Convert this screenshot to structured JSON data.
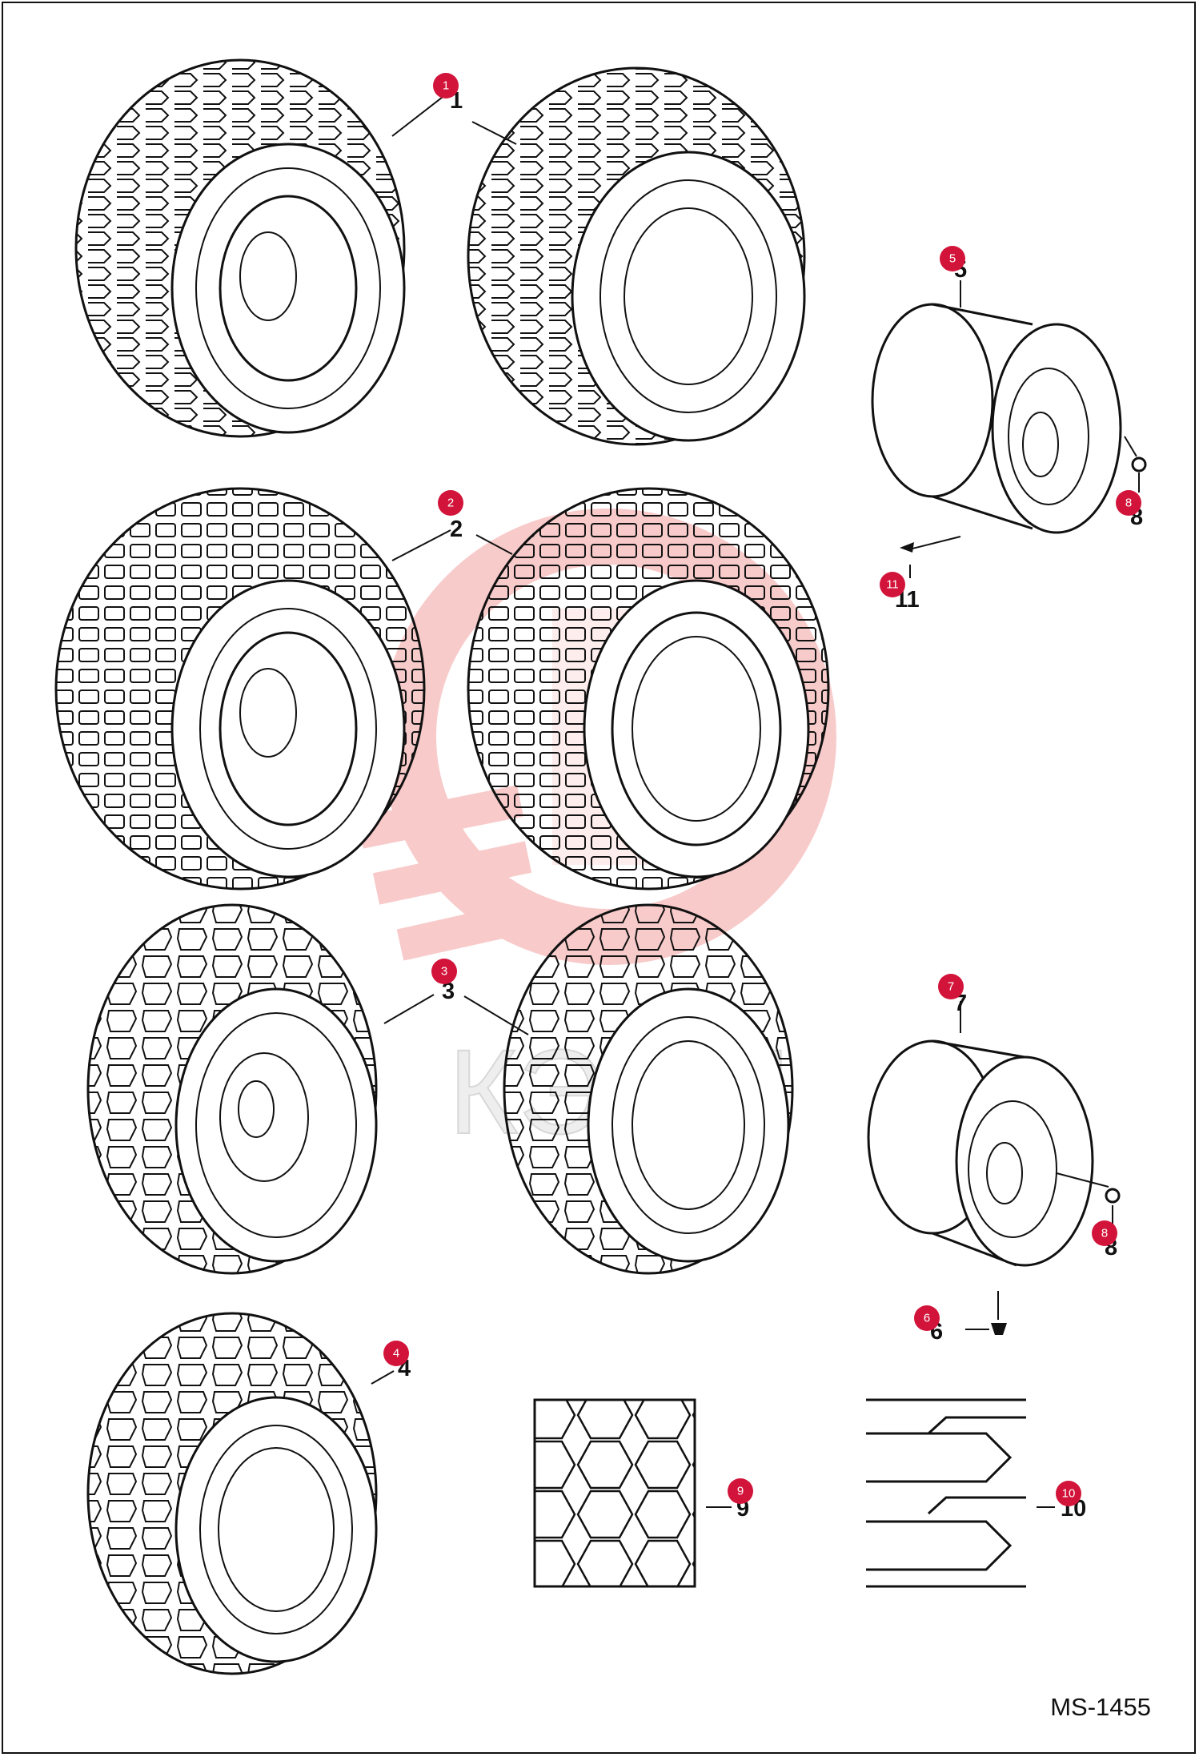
{
  "diagram": {
    "code": "MS-1455",
    "callouts": [
      {
        "label": "1"
      },
      {
        "label": "2"
      },
      {
        "label": "3"
      },
      {
        "label": "4"
      },
      {
        "label": "5"
      },
      {
        "label": "6"
      },
      {
        "label": "7"
      },
      {
        "label": "8"
      },
      {
        "label": "8"
      },
      {
        "label": "9"
      },
      {
        "label": "10"
      },
      {
        "label": "11"
      }
    ],
    "part_labels": [
      {
        "label": "1"
      },
      {
        "label": "2"
      },
      {
        "label": "3"
      },
      {
        "label": "4"
      },
      {
        "label": "5"
      },
      {
        "label": "6"
      },
      {
        "label": "7"
      },
      {
        "label": "8"
      },
      {
        "label": "8"
      },
      {
        "label": "9"
      },
      {
        "label": "10"
      },
      {
        "label": "11"
      }
    ],
    "watermark": {
      "text": "КЭМИ",
      "color": "#f5b5b5"
    },
    "colors": {
      "callout": "#d2143a",
      "line": "#111111"
    }
  }
}
